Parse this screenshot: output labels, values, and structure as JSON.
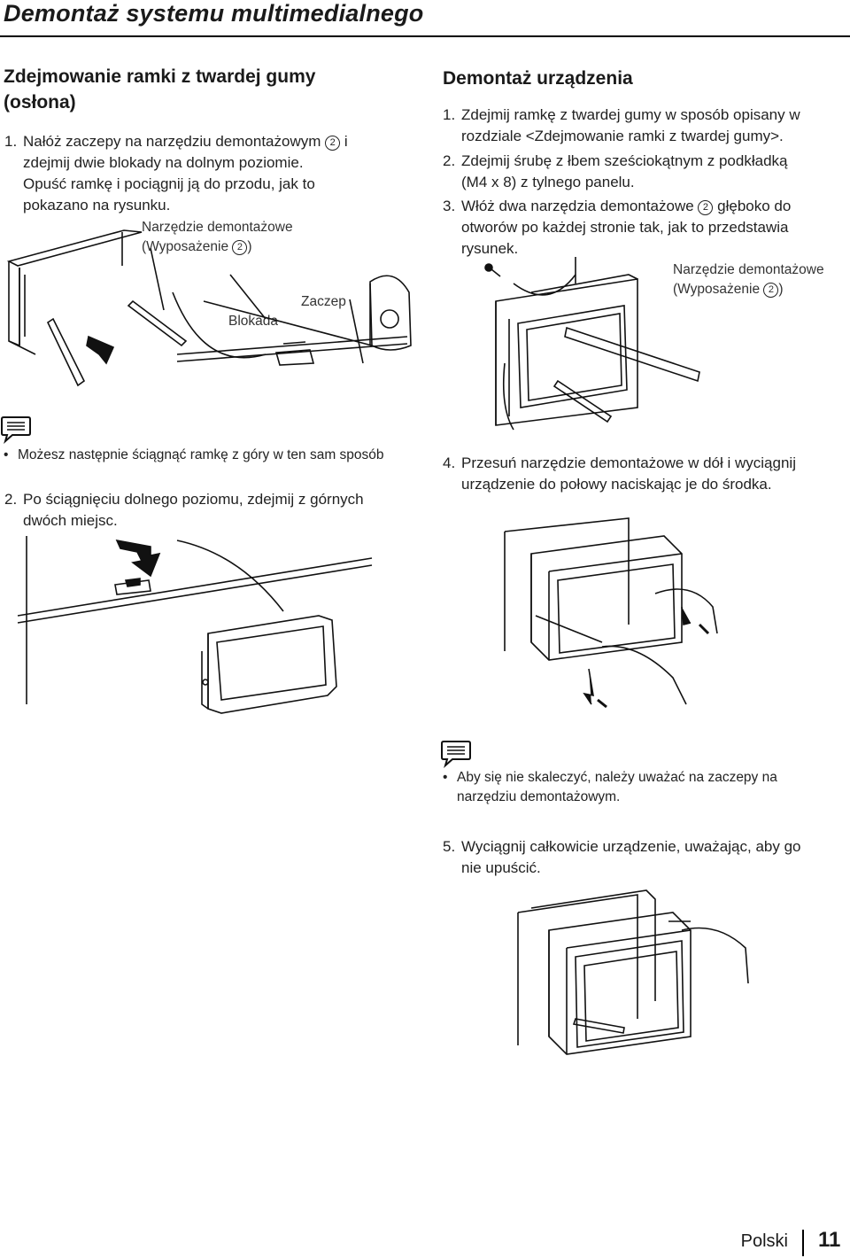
{
  "page": {
    "title": "Demontaż systemu multimedialnego",
    "footer_language": "Polski",
    "footer_page": "11"
  },
  "left": {
    "heading_line1": "Zdejmowanie ramki z twardej gumy",
    "heading_line2": "(osłona)",
    "step1": {
      "number": "1.",
      "line1_pre": "Nałóż zaczepy na narzędziu demontażowym",
      "circle": "2",
      "line1_post": " i",
      "line2": "zdejmij dwie blokady na dolnym poziomie.",
      "line3": "Opuść ramkę i pociągnij ją do przodu, jak to",
      "line4": "pokazano na rysunku."
    },
    "fig1": {
      "tool_label_line1": "Narzędzie demontażowe",
      "tool_label_line2_pre": "(Wyposażenie ",
      "tool_label_circle": "2",
      "tool_label_line2_post": ")",
      "lock_label": "Blokada",
      "hook_label": "Zaczep"
    },
    "note": {
      "icon": "note-icon",
      "bullet": "Możesz następnie ściągnąć ramkę z góry w ten sam sposób"
    },
    "step2": {
      "number": "2.",
      "line1": "Po ściągnięciu dolnego poziomu, zdejmij z górnych",
      "line2": "dwóch miejsc."
    }
  },
  "right": {
    "heading": "Demontaż urządzenia",
    "step1": {
      "number": "1.",
      "line1": "Zdejmij ramkę z twardej gumy w sposób opisany w",
      "line2": "rozdziale <Zdejmowanie ramki z twardej gumy>."
    },
    "step2": {
      "number": "2.",
      "line1": "Zdejmij śrubę z łbem sześciokątnym z podkładką",
      "line2": "(M4 x 8) z tylnego panelu."
    },
    "step3": {
      "number": "3.",
      "line1_pre": "Włóż dwa narzędzia demontażowe",
      "circle": "2",
      "line1_post": " głęboko do",
      "line2": "otworów po każdej stronie tak, jak to przedstawia",
      "line3": "rysunek."
    },
    "fig3": {
      "tool_label_line1": "Narzędzie demontażowe",
      "tool_label_line2_pre": "(Wyposażenie ",
      "tool_label_circle": "2",
      "tool_label_line2_post": ")"
    },
    "step4": {
      "number": "4.",
      "line1": "Przesuń narzędzie demontażowe w dół i wyciągnij",
      "line2": "urządzenie do połowy naciskając je do środka."
    },
    "note": {
      "icon": "note-icon",
      "line1": "Aby się nie skaleczyć, należy uważać na zaczepy na",
      "line2": "narzędziu demontażowym."
    },
    "step5": {
      "number": "5.",
      "line1": "Wyciągnij całkowicie urządzenie, uważając, aby go",
      "line2": "nie upuścić."
    }
  }
}
